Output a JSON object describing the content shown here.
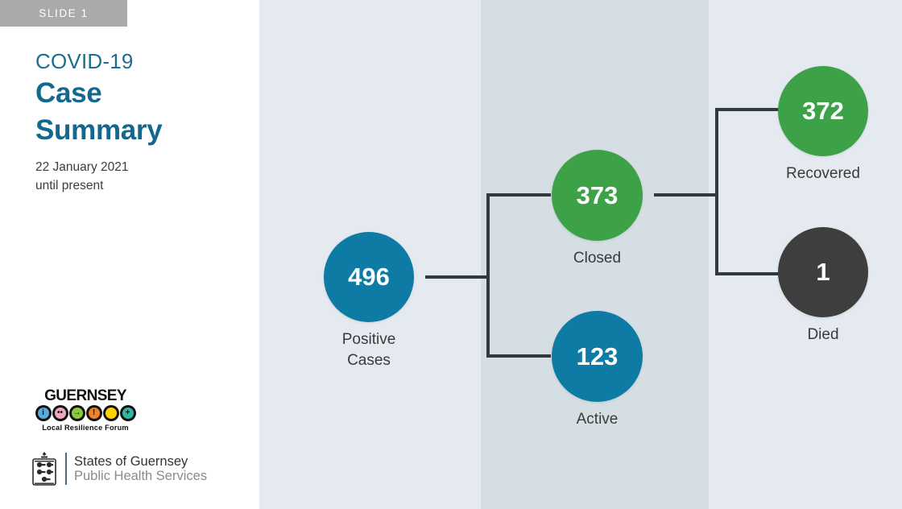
{
  "slide": {
    "badge": "SLIDE 1"
  },
  "header": {
    "eyebrow": "COVID-19",
    "title_line1": "Case",
    "title_line2": "Summary",
    "date_line1": "22 January 2021",
    "date_line2": "until present"
  },
  "logos": {
    "guernsey": {
      "wordmark": "GUERNSEY",
      "tagline": "Local Resilience Forum",
      "icon_colors": [
        "#5aa9dc",
        "#f0a8c0",
        "#8dc63f",
        "#f58220",
        "#ffd200",
        "#2fb8a0"
      ],
      "icon_names": [
        "information-icon",
        "megaphone-icon",
        "arrow-right-icon",
        "alert-icon",
        "pac-icon",
        "plus-icon"
      ]
    },
    "states_of_guernsey": {
      "line1": "States of Guernsey",
      "line2": "Public Health Services"
    }
  },
  "colors": {
    "accent_blue": "#0d7ba4",
    "title_blue": "#13688f",
    "green": "#3da247",
    "dark": "#3e3e3e",
    "badge_grey": "#aaaaaa",
    "panel_light": "#e4eaf0",
    "panel_mid": "#d5dee3",
    "connector": "#333a3e"
  },
  "chart_data": {
    "type": "diagram",
    "title": "COVID-19 Case Summary",
    "nodes": [
      {
        "id": "positive",
        "value": "496",
        "label": "Positive\nCases",
        "color": "#0d7ba4"
      },
      {
        "id": "closed",
        "value": "373",
        "label": "Closed",
        "color": "#3da247"
      },
      {
        "id": "active",
        "value": "123",
        "label": "Active",
        "color": "#0d7ba4"
      },
      {
        "id": "recovered",
        "value": "372",
        "label": "Recovered",
        "color": "#3da247"
      },
      {
        "id": "died",
        "value": "1",
        "label": "Died",
        "color": "#3e3e3e"
      }
    ],
    "edges": [
      {
        "from": "positive",
        "to": "closed"
      },
      {
        "from": "positive",
        "to": "active"
      },
      {
        "from": "closed",
        "to": "recovered"
      },
      {
        "from": "closed",
        "to": "died"
      }
    ]
  }
}
